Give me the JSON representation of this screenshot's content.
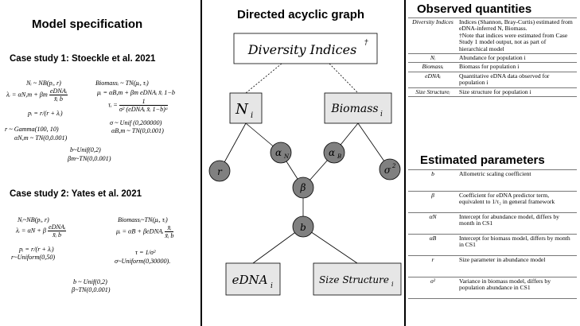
{
  "left": {
    "title": "Model specification",
    "case1_title": "Case study 1: Stoeckle et al. 2021",
    "case1": {
      "n_dist": "Nᵢ ~ NB(pᵢ, r)",
      "lambda_lhs": "λᵢ = αN,m + βm",
      "lambda_num": "eDNAᵢ",
      "lambda_den": "x̄ᵢ b",
      "p_eq": "pᵢ = r/(r + λᵢ)",
      "r_prior": "r ~ Gamma(100, 10)",
      "alphaN_prior": "αN,m ~ TN(0,0.001)",
      "bio_dist": "Biomassᵢ ~ TN(μᵢ, τᵢ)",
      "mu_eq": "μᵢ = αB,m + βm eDNAᵢ x̄ᵢ 1−b",
      "tau_lhs": "τᵢ =",
      "tau_num": "1",
      "tau_den": "σ² (eDNAᵢ x̄ᵢ 1−b)ᵃ",
      "sigma_prior": "σ ~ Unif (0,200000)",
      "alphaB_prior": "αB,m ~ TN(0,0.001)",
      "b_prior": "b~Unif(0,2)",
      "beta_prior": "βm~TN(0,0.001)"
    },
    "case2_title": "Case study 2: Yates et al. 2021",
    "case2": {
      "n_dist": "Nᵢ~NB(pᵢ, r)",
      "lambda_lhs": "λᵢ = αN + β",
      "lambda_num": "eDNAᵢ",
      "lambda_den": "x̄ᵢ b",
      "p_eq": "pᵢ = r/(r + λᵢ)",
      "r_prior": "r~Uniform(0,50)",
      "bio_dist": "Biomassᵢ~TN(μᵢ, τᵢ)",
      "mu_lhs": "μᵢ = αB + βeDNAᵢ",
      "mu_num": "x̄ᵢ",
      "mu_den": "x̄ᵢ b",
      "tau_eq": "τ = 1/σ²",
      "sigma_prior": "σ~Uniform(0,30000).",
      "b_prior": "b ~ Unif(0,2)",
      "beta_prior": "β~TN(0,0.001)"
    }
  },
  "middle": {
    "title": "Directed acyclic graph",
    "diversity_label": "Diversity Indices",
    "diversity_dagger": "†",
    "N_label": "N",
    "N_sub": "i",
    "biomass_label": "Biomass",
    "biomass_sub": "i",
    "r_label": "r",
    "alphaN_label": "α",
    "alphaN_sub": "N",
    "alphaB_label": "α",
    "alphaB_sub": "B",
    "sigma_label": "σ",
    "sigma_sup": "2",
    "beta_label": "β",
    "b_label": "b",
    "edna_label": "eDNA",
    "edna_sub": "i",
    "size_label": "Size Structure",
    "size_sub": "i"
  },
  "right": {
    "observed_title": "Observed quantities",
    "observed": [
      {
        "sym": "Diversity Indices",
        "desc": "Indices (Shannon, Bray-Curtis) estimated from eDNA-inferred N, Biomass.",
        "note": "†Note that indices were estimated from Case Study 1 model output, not as part of hierarchical model"
      },
      {
        "sym": "Nᵢ",
        "desc": "Abundance for population i"
      },
      {
        "sym": "Biomassᵢ",
        "desc": "Biomass for population i"
      },
      {
        "sym": "eDNAᵢ",
        "desc": "Quantitative eDNA data observed for population i"
      },
      {
        "sym": "Size Structureᵢ",
        "desc": "Size structure for population i"
      }
    ],
    "estimated_title": "Estimated parameters",
    "estimated": [
      {
        "sym": "b",
        "desc": "Allometric scaling coefficient"
      },
      {
        "sym": "β",
        "desc": "Coefficient for eDNA predictor term, equivalent to 1/τ₂ in general framework"
      },
      {
        "sym": "αN",
        "desc": "Intercept for abundance model, differs by month in CS1"
      },
      {
        "sym": "αB",
        "desc": "Intercept for biomass model, differs by month in CS1"
      },
      {
        "sym": "r",
        "desc": "Size parameter in abundance model"
      },
      {
        "sym": "σ²",
        "desc": "Variance in biomass model, differs by population abundance in CS1"
      }
    ]
  },
  "colors": {
    "box_fill": "#e6e6e6",
    "circle_fill": "#808080",
    "border": "#000000"
  }
}
